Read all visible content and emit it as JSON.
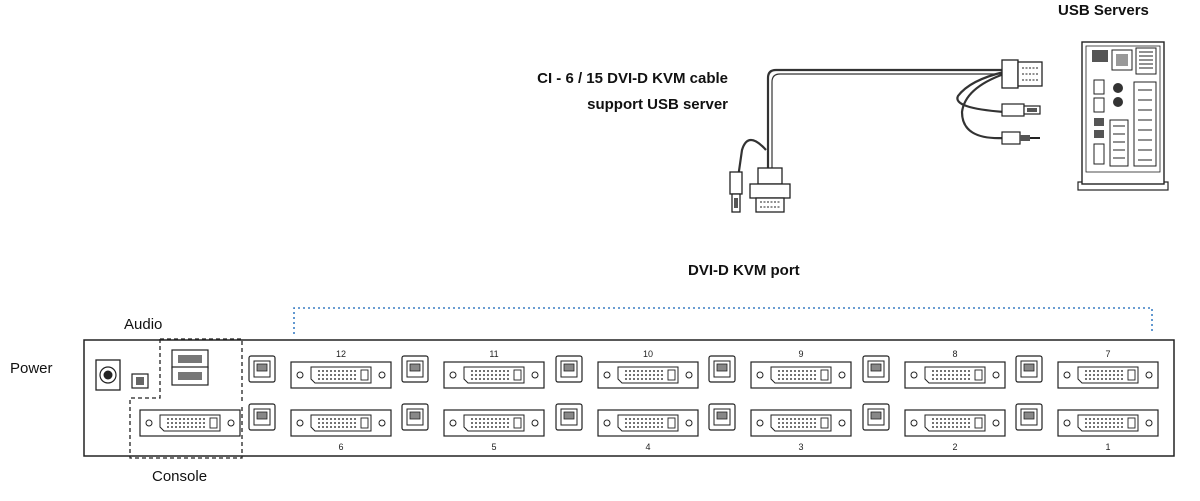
{
  "labels": {
    "usb_servers": "USB Servers",
    "cable_line1": "CI - 6 / 15 DVI-D KVM cable",
    "cable_line2": "support USB server",
    "kvm_port": "DVI-D KVM port",
    "audio": "Audio",
    "power": "Power",
    "console": "Console"
  },
  "ports": {
    "top": [
      "12",
      "11",
      "10",
      "9",
      "8",
      "7"
    ],
    "bottom": [
      "6",
      "5",
      "4",
      "3",
      "2",
      "1"
    ]
  }
}
